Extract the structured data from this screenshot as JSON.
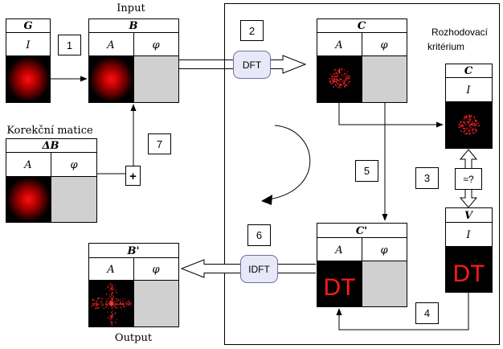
{
  "labels": {
    "input": "Input",
    "output": "Output",
    "correction": "Korekční matice",
    "criterion_line1": "Rozhodovací",
    "criterion_line2": "kritérium"
  },
  "blocks": {
    "G": {
      "title": "G",
      "sub": "I"
    },
    "B": {
      "title": "B",
      "col_a": "A",
      "col_phi": "φ"
    },
    "dB": {
      "title": "ΔB",
      "col_a": "A",
      "col_phi": "φ"
    },
    "Bp": {
      "title": "B'",
      "col_a": "A",
      "col_phi": "φ"
    },
    "C": {
      "title": "C",
      "col_a": "A",
      "col_phi": "φ"
    },
    "Cr": {
      "title": "C",
      "sub": "I"
    },
    "Cp": {
      "title": "C'",
      "col_a": "A",
      "col_phi": "φ",
      "image_text": "DT"
    },
    "V": {
      "title": "V",
      "sub": "I",
      "image_text": "DT"
    }
  },
  "operators": {
    "dft": "DFT",
    "idft": "IDFT",
    "plus": "+",
    "compare": "≈?"
  },
  "steps": {
    "s1": "1",
    "s2": "2",
    "s3": "3",
    "s4": "4",
    "s5": "5",
    "s6": "6",
    "s7": "7"
  },
  "colors": {
    "red_glow": "#ff0000",
    "dt_text": "#ff1a1a",
    "phase_gray": "#d0d0d0",
    "operator_fill": "#e8e8f8",
    "operator_stroke": "#7070a0"
  }
}
